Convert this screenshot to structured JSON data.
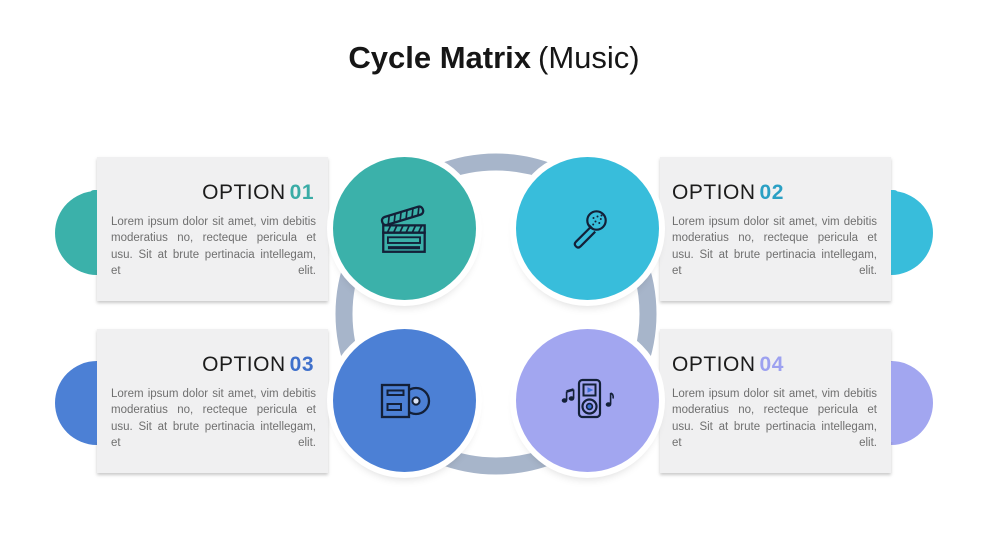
{
  "title": {
    "main": "Cycle Matrix",
    "suffix": "(Music)"
  },
  "options": [
    {
      "label": "OPTION",
      "number": "01",
      "icon": "clapperboard-icon",
      "circle_color": "#3bb1aa",
      "number_color": "#3aaca6",
      "text": "Lorem ipsum dolor sit amet, vim debitis moderatius no, recteque pericula et usu. Sit at brute pertinacia intellegam, et elit."
    },
    {
      "label": "OPTION",
      "number": "02",
      "icon": "microphone-icon",
      "circle_color": "#38bddb",
      "number_color": "#2aa0c4",
      "text": "Lorem ipsum dolor sit amet, vim debitis moderatius no, recteque pericula et usu. Sit at brute pertinacia intellegam, et elit."
    },
    {
      "label": "OPTION",
      "number": "03",
      "icon": "cd-case-icon",
      "circle_color": "#4c80d5",
      "number_color": "#3f70cb",
      "text": "Lorem ipsum dolor sit amet, vim debitis moderatius no, recteque pericula et usu. Sit at brute pertinacia intellegam, et elit."
    },
    {
      "label": "OPTION",
      "number": "04",
      "icon": "music-player-icon",
      "circle_color": "#a2a6f0",
      "number_color": "#9da1f0",
      "text": "Lorem ipsum dolor sit amet, vim debitis moderatius no, recteque pericula et usu. Sit at brute pertinacia intellegam, et elit."
    }
  ],
  "colors": {
    "connector": "#a7b5ca",
    "card_bg": "#f0f0f1",
    "label_text": "#1c1c1c",
    "body_text": "#6f6f6f",
    "icon_stroke": "#132038",
    "icon_accent": "#3b6fd4",
    "background": "#ffffff"
  }
}
